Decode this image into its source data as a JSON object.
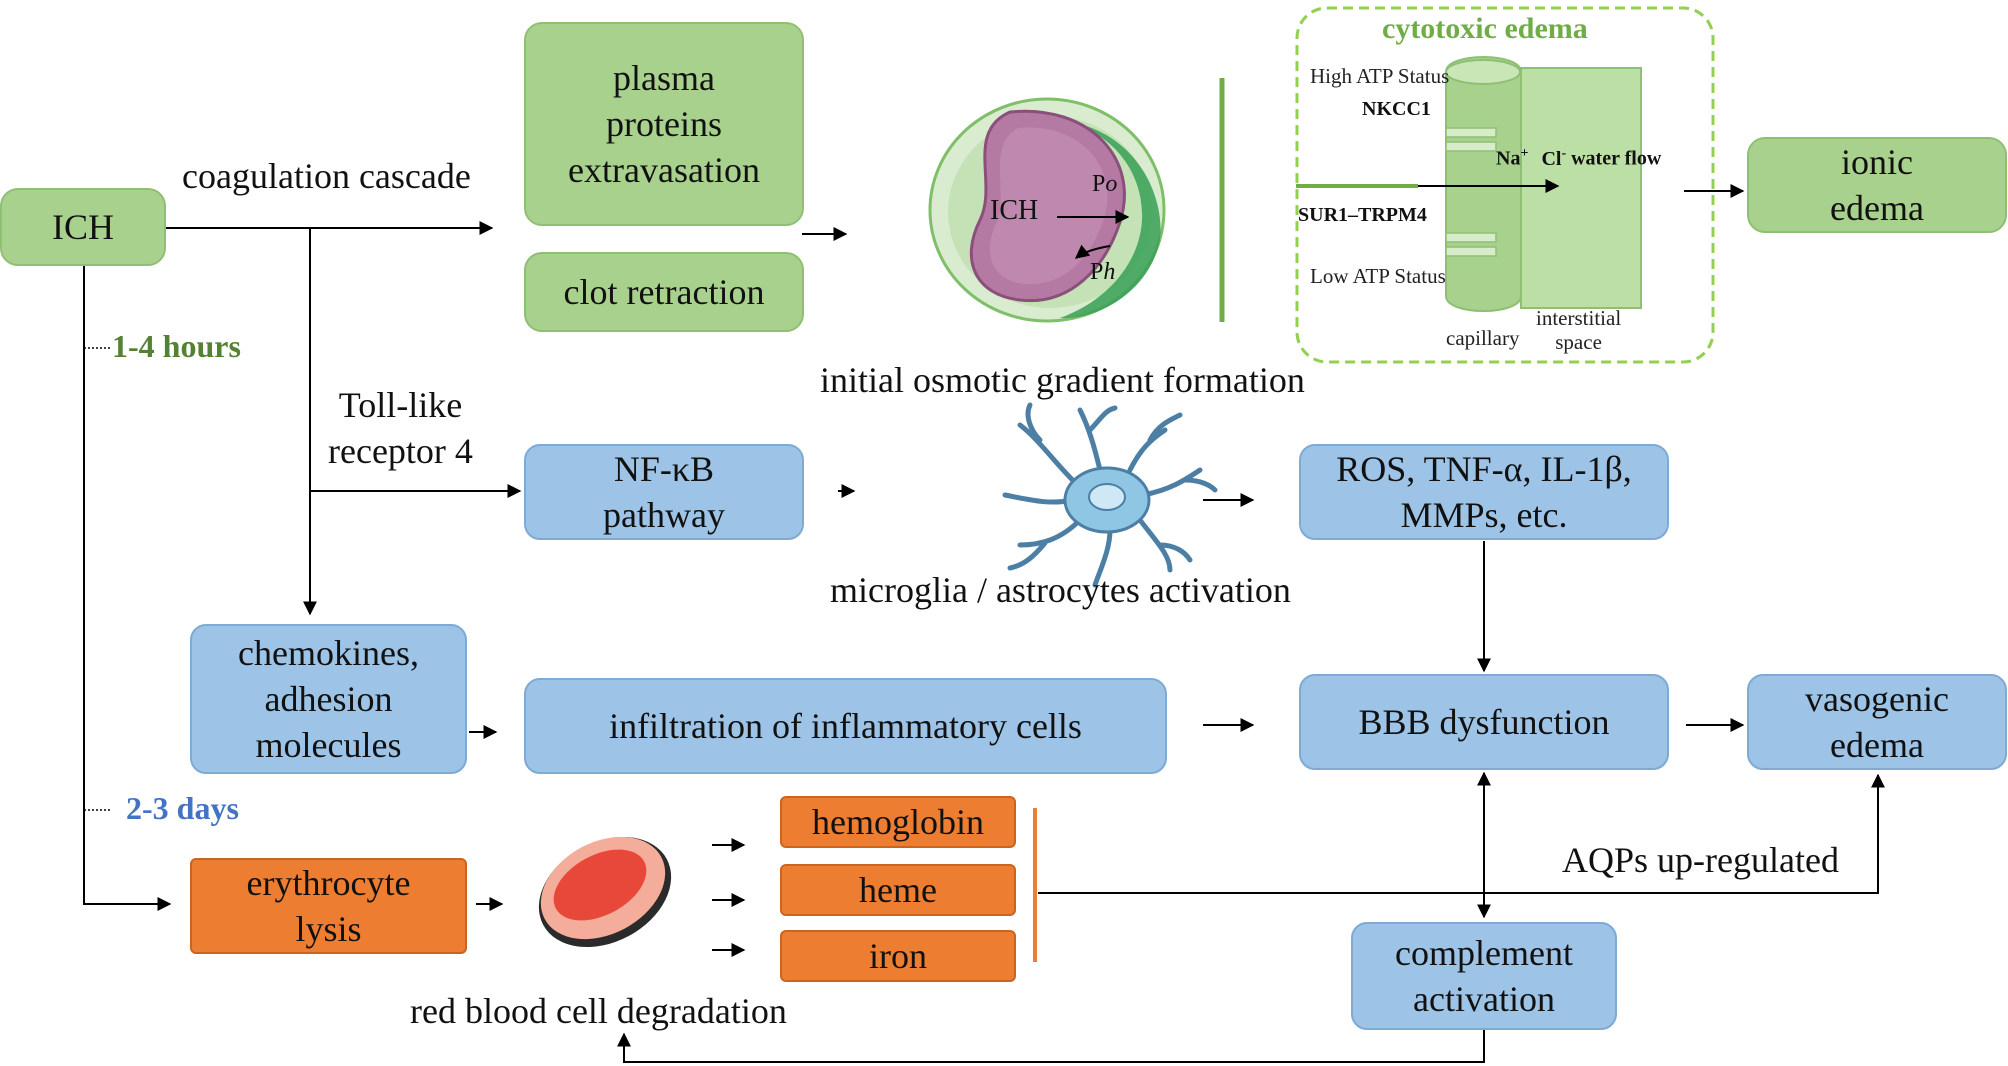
{
  "nodes": {
    "ich": "ICH",
    "plasma_proteins": "plasma\nproteins\nextravasation",
    "clot_retraction": "clot retraction",
    "ionic_edema": "ionic\nedema",
    "nfkb": "NF-κB\npathway",
    "ros": "ROS, TNF-α, IL-1β,\nMMPs, etc.",
    "chemokines": "chemokines,\nadhesion\nmolecules",
    "infiltration": "infiltration of inflammatory cells",
    "bbb": "BBB dysfunction",
    "vasogenic_edema": "vasogenic\nedema",
    "erythrocyte_lysis": "erythrocyte\nlysis",
    "hemoglobin": "hemoglobin",
    "heme": "heme",
    "iron": "iron",
    "complement": "complement\nactivation"
  },
  "labels": {
    "coagulation_cascade": "coagulation cascade",
    "tlr4": "Toll-like\nreceptor 4",
    "osmotic_gradient": "initial osmotic gradient formation",
    "microglia": "microglia / astrocytes activation",
    "rbc_degradation": "red blood cell degradation",
    "aqps": "AQPs up-regulated"
  },
  "phases": {
    "early": "1-4 hours",
    "late": "2-3 days"
  },
  "cell_illustration": {
    "center": "ICH",
    "po": "P",
    "po_sub": "o",
    "ph": "P",
    "ph_sub": "h"
  },
  "cytotoxic_panel": {
    "title": "cytotoxic edema",
    "high_atp": "High ATP Status",
    "nkcc1": "NKCC1",
    "sur1": "SUR1–TRPM4",
    "low_atp": "Low ATP Status",
    "na": "Na",
    "na_sup": "+",
    "cl": "Cl",
    "cl_sup": "-",
    "water_flow": "water flow",
    "capillary": "capillary",
    "interstitial": "interstitial\nspace"
  },
  "colors": {
    "green_fill": "#a9d18e",
    "blue_fill": "#9dc3e6",
    "orange_fill": "#ed7d31",
    "early_phase": "#548235",
    "late_phase": "#4472c4",
    "panel_border": "#92d050"
  }
}
